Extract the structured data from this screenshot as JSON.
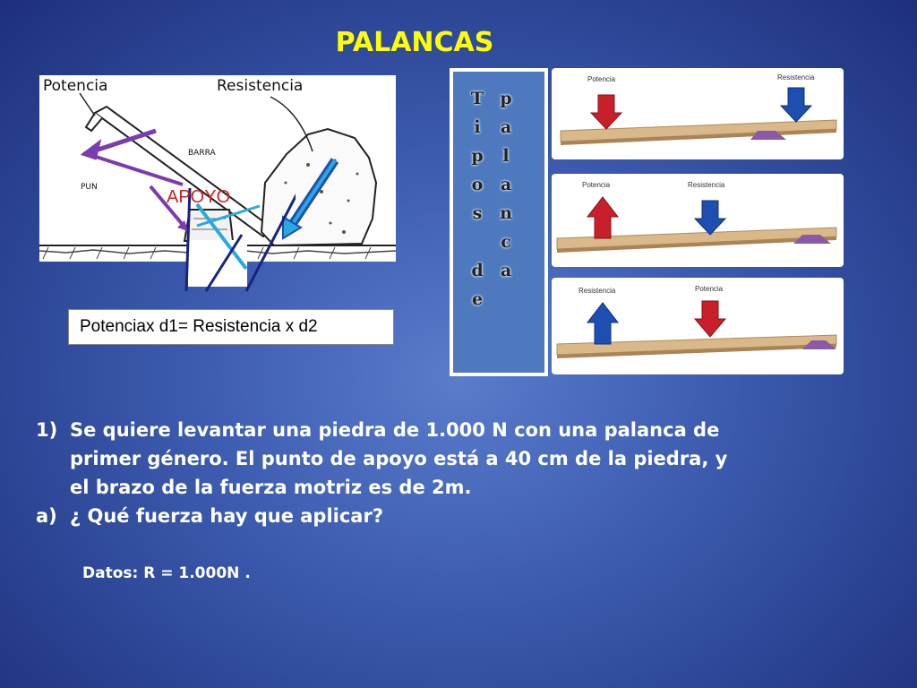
{
  "title": "PALANCAS",
  "sketch": {
    "potencia_label": "Potencia",
    "resistencia_label": "Resistencia",
    "barra_label": "BARRA",
    "punto_label": "PUN",
    "apoyo_label": "APOYO"
  },
  "formula": "Potenciax d1= Resistencia x d2",
  "tipos_panel": {
    "col1": [
      "T",
      "i",
      "p",
      "o",
      "s",
      "",
      "d",
      "e"
    ],
    "col2": [
      "p",
      "a",
      "l",
      "a",
      "n",
      "c",
      "a"
    ]
  },
  "lever_cards": [
    {
      "left_label": "Potencia",
      "right_label": "Resistencia"
    },
    {
      "left_label": "Potencia",
      "right_label": "Resistencia"
    },
    {
      "left_label": "Resistencia",
      "right_label": "Potencia"
    }
  ],
  "problem": {
    "item_number": "1)",
    "line1": "Se quiere levantar una piedra de 1.000 N con una palanca de",
    "line2": "primer género. El punto de apoyo está a 40 cm de la piedra, y",
    "line3": "el brazo de la fuerza motriz es de 2m.",
    "question_number": "a)",
    "question": "¿ Qué fuerza hay que aplicar?"
  },
  "datos": "Datos: R = 1.000N  .",
  "colors": {
    "title": "#ffff00",
    "apoyo": "#d02020",
    "arrow_red": "#c8202a",
    "arrow_blue": "#1e4fb0",
    "purple_arrow": "#7a3cb0",
    "cyan_arrow": "#2aa8e0"
  }
}
